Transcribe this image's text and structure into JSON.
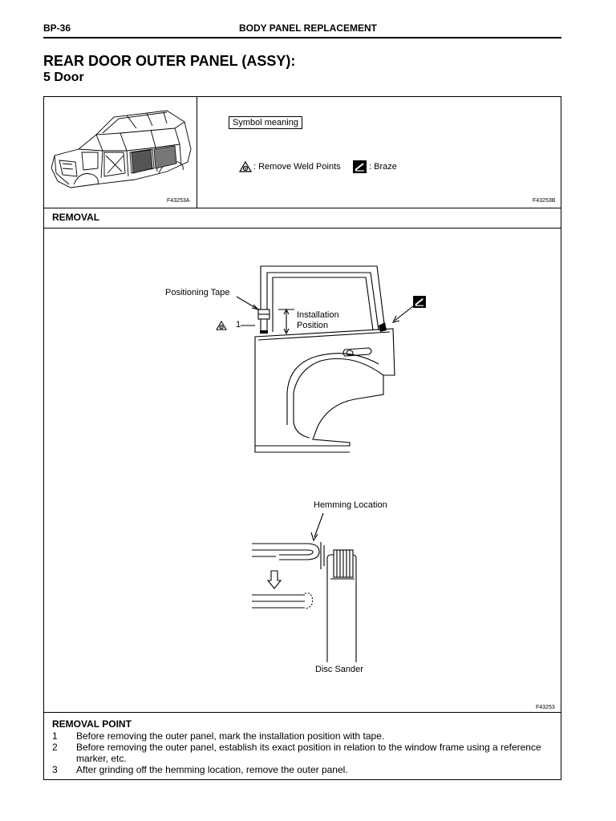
{
  "header": {
    "page_code": "BP-36",
    "section_title": "BODY PANEL REPLACEMENT"
  },
  "title": {
    "main": "REAR DOOR OUTER PANEL (ASSY):",
    "sub": "5 Door"
  },
  "symbols": {
    "box_label": "Symbol meaning",
    "weld_label": ": Remove Weld Points",
    "braze_label": ": Braze",
    "weld_icon": "weld-point-triangle-icon",
    "braze_icon": "braze-torch-icon"
  },
  "figure_codes": {
    "vehicle": "F43253A",
    "symbols": "F43253B",
    "removal": "F43253"
  },
  "removal": {
    "heading": "REMOVAL",
    "positioning_tape": "Positioning Tape",
    "installation_position": "Installation\nPosition",
    "weld_number": "1",
    "hemming_location": "Hemming Location",
    "disc_sander": "Disc Sander"
  },
  "removal_point": {
    "heading": "REMOVAL POINT",
    "steps": [
      {
        "num": "1",
        "text": "Before removing the outer panel, mark the installation position with tape."
      },
      {
        "num": "2",
        "text": "Before removing the outer panel, establish its exact position in relation to the window frame using a reference marker, etc."
      },
      {
        "num": "3",
        "text": "After grinding off the hemming location, remove the outer panel."
      }
    ]
  }
}
